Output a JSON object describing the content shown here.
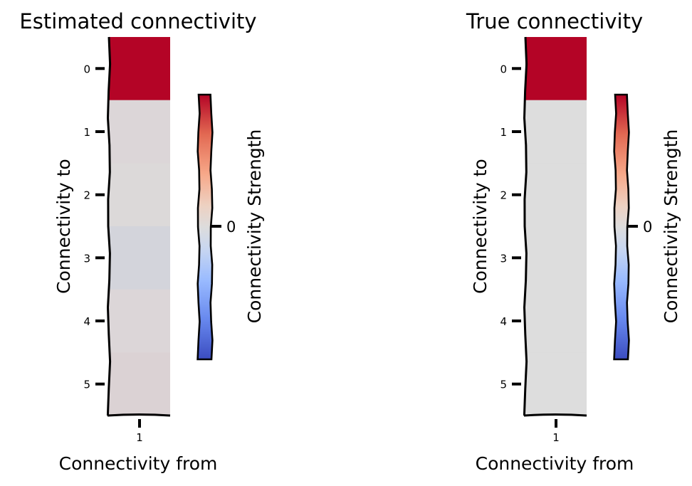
{
  "chart_data": [
    {
      "type": "heatmap",
      "title": "Estimated connectivity",
      "xlabel": "Connectivity from",
      "ylabel": "Connectivity to",
      "x_categories": [
        "1"
      ],
      "y_categories": [
        "0",
        "1",
        "2",
        "3",
        "4",
        "5"
      ],
      "values": [
        [
          1.0
        ],
        [
          0.03
        ],
        [
          0.02
        ],
        [
          -0.06
        ],
        [
          0.03
        ],
        [
          0.05
        ]
      ],
      "colorbar": {
        "label": "Connectivity Strength",
        "ticks": [
          "0"
        ],
        "colormap": "coolwarm",
        "range": [
          -1,
          1
        ]
      }
    },
    {
      "type": "heatmap",
      "title": "True connectivity",
      "xlabel": "Connectivity from",
      "ylabel": "Connectivity to",
      "x_categories": [
        "1"
      ],
      "y_categories": [
        "0",
        "1",
        "2",
        "3",
        "4",
        "5"
      ],
      "values": [
        [
          1.0
        ],
        [
          0.0
        ],
        [
          0.0
        ],
        [
          0.0
        ],
        [
          0.0
        ],
        [
          0.0
        ]
      ],
      "colorbar": {
        "label": "Connectivity Strength",
        "ticks": [
          "0"
        ],
        "colormap": "coolwarm",
        "range": [
          -1,
          1
        ]
      }
    }
  ],
  "colors": {
    "cold": "#3b4cc0",
    "neutral": "#dddddd",
    "hot": "#b40426"
  }
}
